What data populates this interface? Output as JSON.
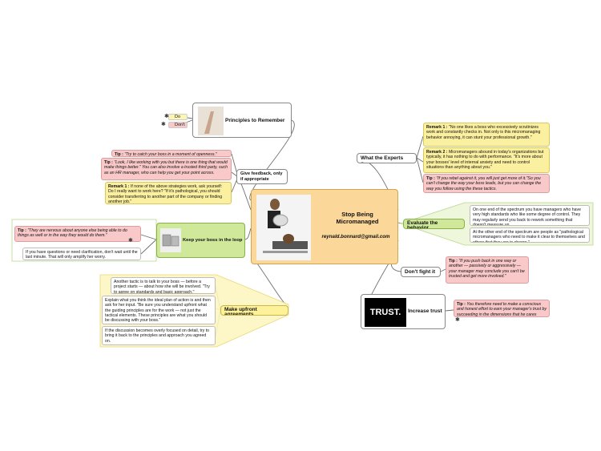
{
  "central": {
    "title": "Stop Being Micromanaged",
    "email": "reynald.bonnard@gmail.com"
  },
  "principles": {
    "label": "Principles to Remember",
    "do": "Do",
    "dont": "Don't"
  },
  "experts": {
    "label": "What the Experts Say",
    "remark1_key": "Remark 1 :",
    "remark1": "\"No one likes a boss who excessively scrutinizes work and constantly checks in. Not only is this micromanaging behavior annoying, it can stunt your professional growth.\"",
    "remark2_key": "Remark 2 :",
    "remark2": "Micromanagers abound in today's organizations but typically, it has nothing to do with performance. \"It's more about your bosses' level of internal anxiety and need to control situations than anything about you.\"",
    "tip_key": "Tip :",
    "tip": "\"If you rebel against it, you will just get more of it.\"So you can't change the way your boss leads, but you can change the way you follow using the these tactics."
  },
  "evaluate": {
    "label": "Evaluate the behavior",
    "note1": "On one end of the spectrum you have managers who have very high standards who like some degree of control. They may regularly send you back to rework something that doesn't measure up.",
    "note2": "At the other end of the spectrum are people as \"pathological micromanagers who need to make it clear to themselves and others that they are in charge.\""
  },
  "dontfight": {
    "label": "Don't fight it",
    "tip_key": "Tip :",
    "tip": "\"If you push back in one way or another — passively or aggressively — your manager may conclude you can't be trusted and get more involved.\""
  },
  "trust": {
    "logo": "TRUST.",
    "label": "Increase trust",
    "tip_key": "Tip :",
    "tip": "You therefore need to make a conscious and honest effort to earn your manager's trust by succeeding in the dimensions that he cares about."
  },
  "feedback": {
    "label": "Give feedback, only if appropriate",
    "tip1_key": "Tip :",
    "tip1": "\"Try to catch your boss in a moment of openness.\"",
    "tip2_key": "Tip :",
    "tip2": "\"Look, I like working with you but there is one thing that would make things better.\" You can also involve a trusted third party, such as an HR manager, who can help you get your point across.",
    "remark_key": "Remark 1 :",
    "remark": "If none of the above strategies work, ask yourself: Do I really want to work here? \"If it's pathological, you should consider transferring to another part of the company or finding another job.\""
  },
  "loop": {
    "label": "Keep your boss in the loop",
    "tip_key": "Tip :",
    "tip": "\"They are nervous about anyone else being able to do things as well or in the way they would do them.\"",
    "note": "If you have questions or need clarification, don't wait until the last minute. That will only amplify her worry."
  },
  "upfront": {
    "label": "Make upfront agreements",
    "note1": "Another tactic is to talk to your boss — before a project starts — about how she will be involved. \"Try to agree on standards and basic approach.\"",
    "note2": "Explain what you think the ideal plan of action is and then ask for her input. \"Be sure you understand upfront what the guiding principles are for the work — not just the tactical elements. These principles are what you should be discussing with your boss.\"",
    "note3": "If the discussion becomes overly focused on detail, try to bring it back to the principles and approach you agreed on."
  },
  "colors": {
    "central": "#fbd79a",
    "green": "#cfe89a",
    "yellow": "#fdf29a",
    "pink": "#f9c8c8"
  }
}
